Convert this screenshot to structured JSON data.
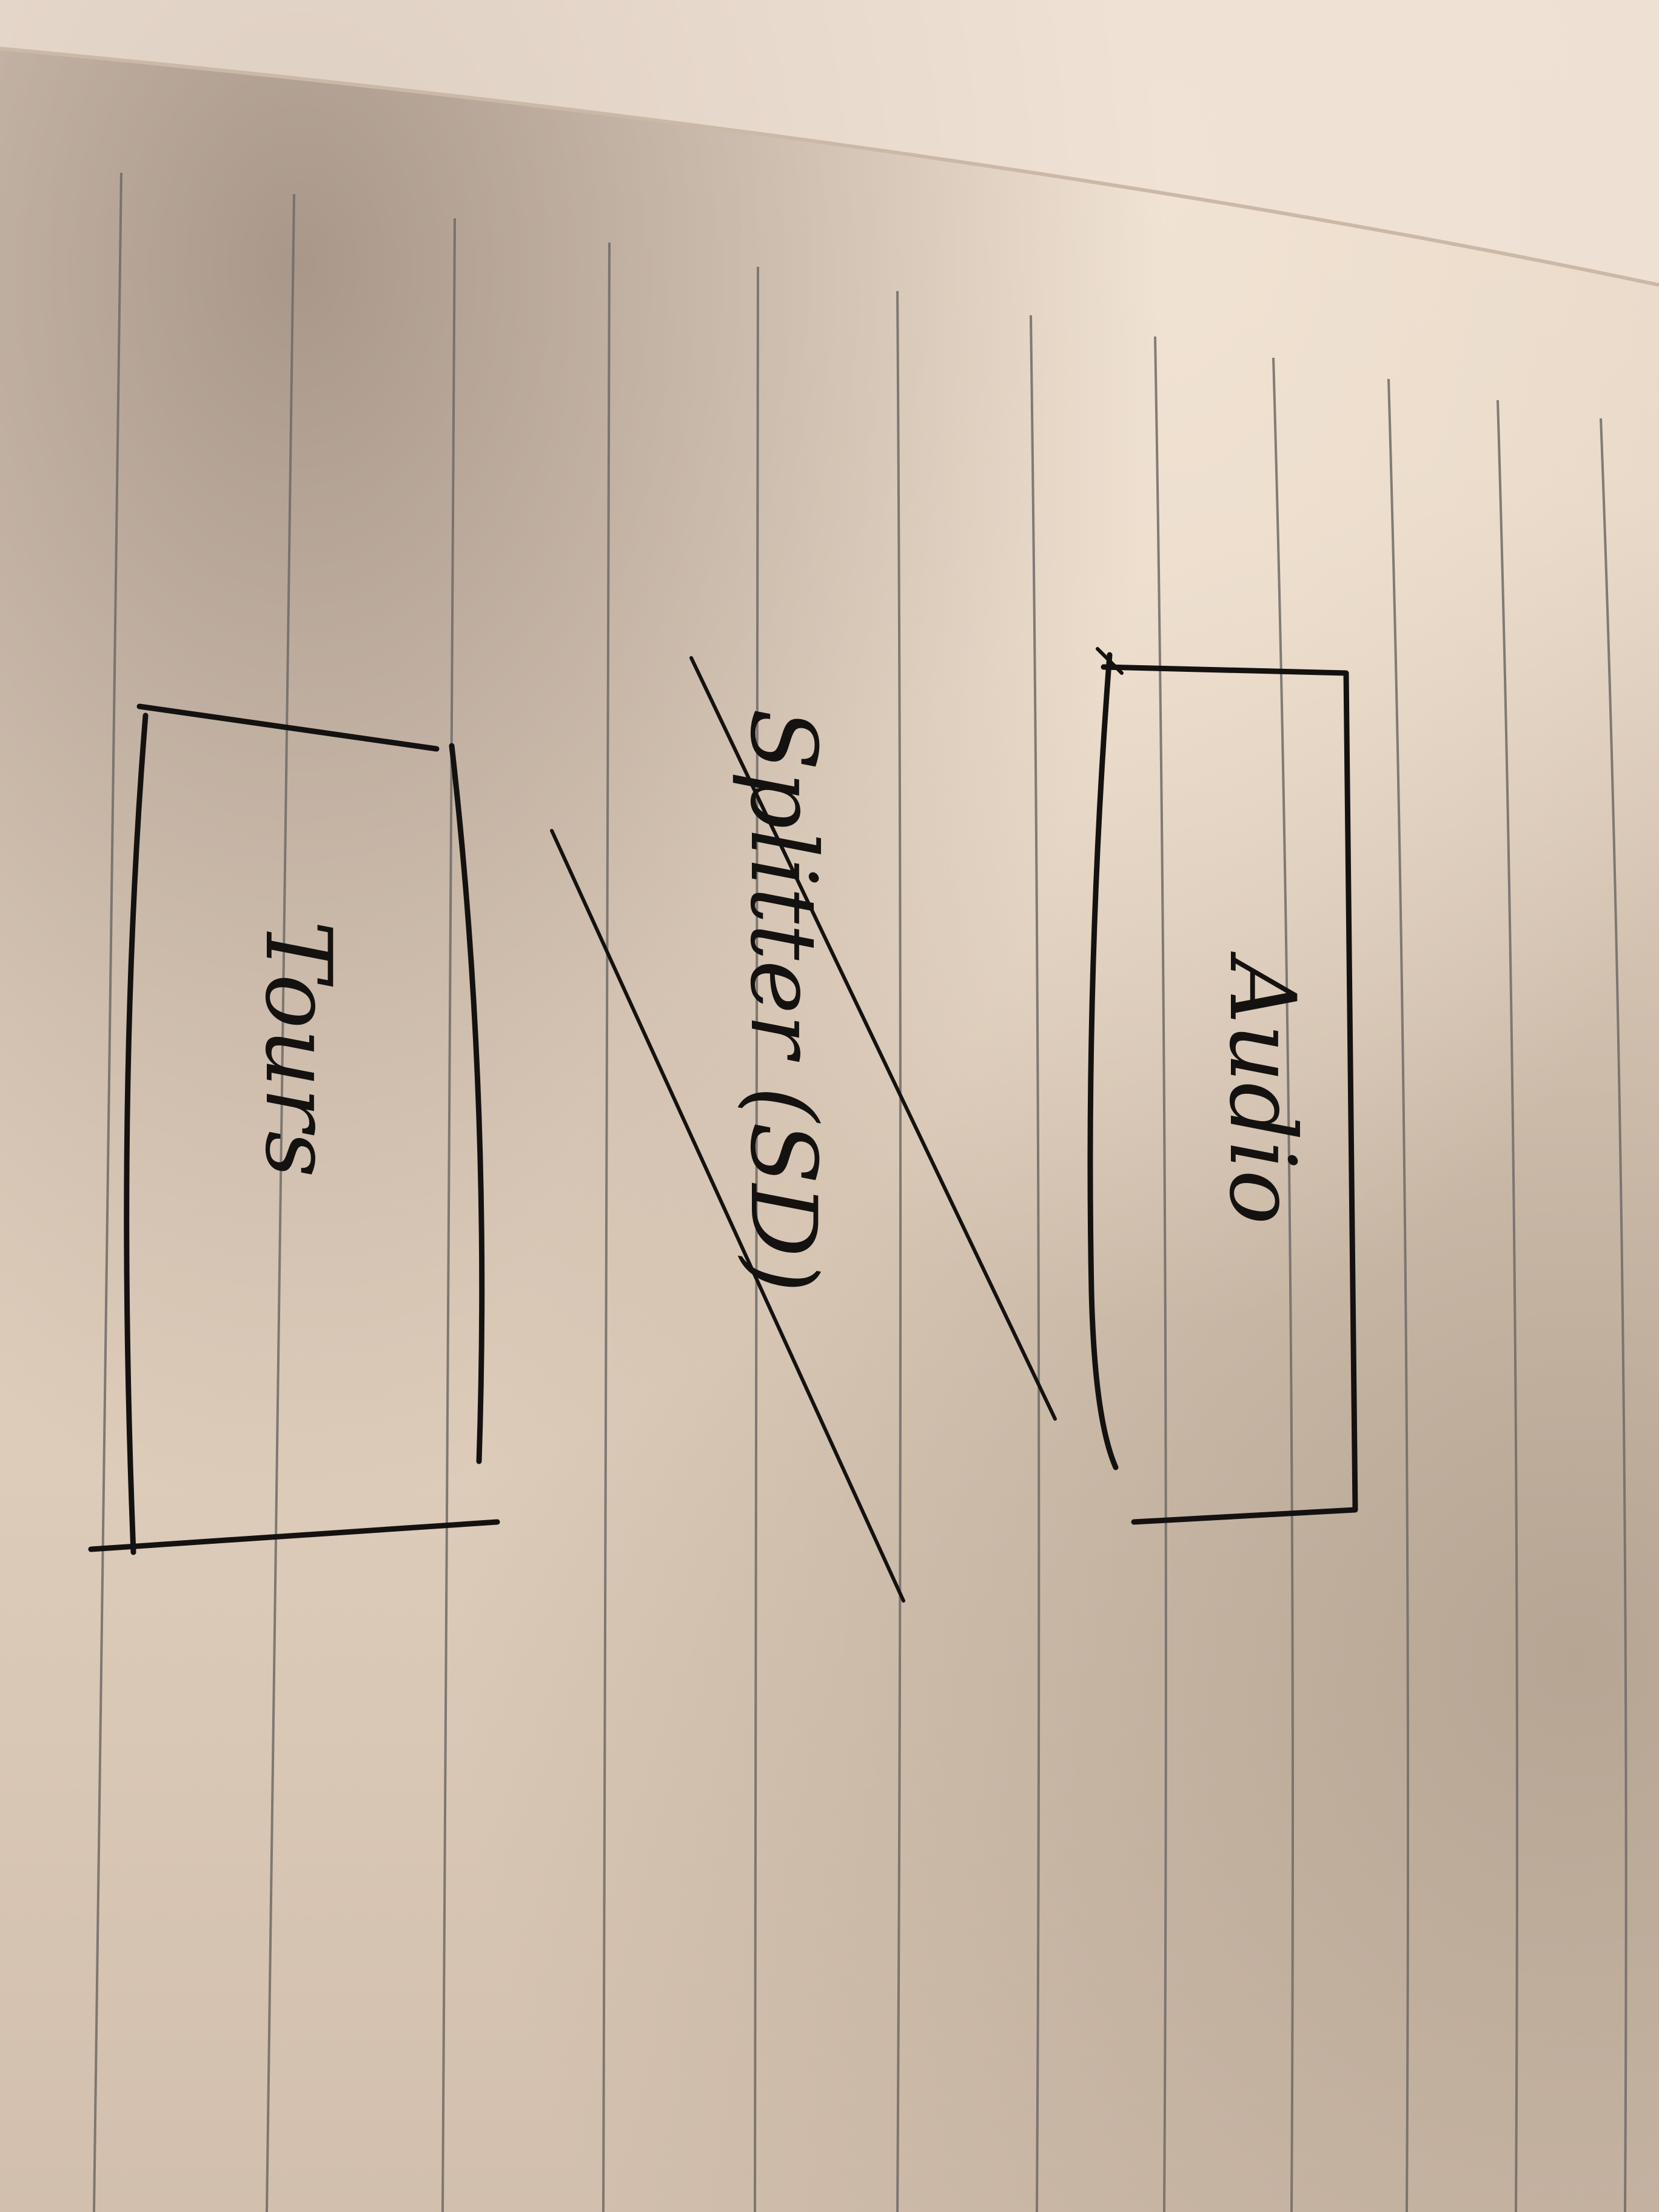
{
  "diagram": {
    "nodes": [
      {
        "id": "audio",
        "label": "Audio"
      },
      {
        "id": "splitter",
        "label": "Splitter (SD)",
        "crossed_out": true
      },
      {
        "id": "tours",
        "label": "Tours"
      }
    ]
  }
}
